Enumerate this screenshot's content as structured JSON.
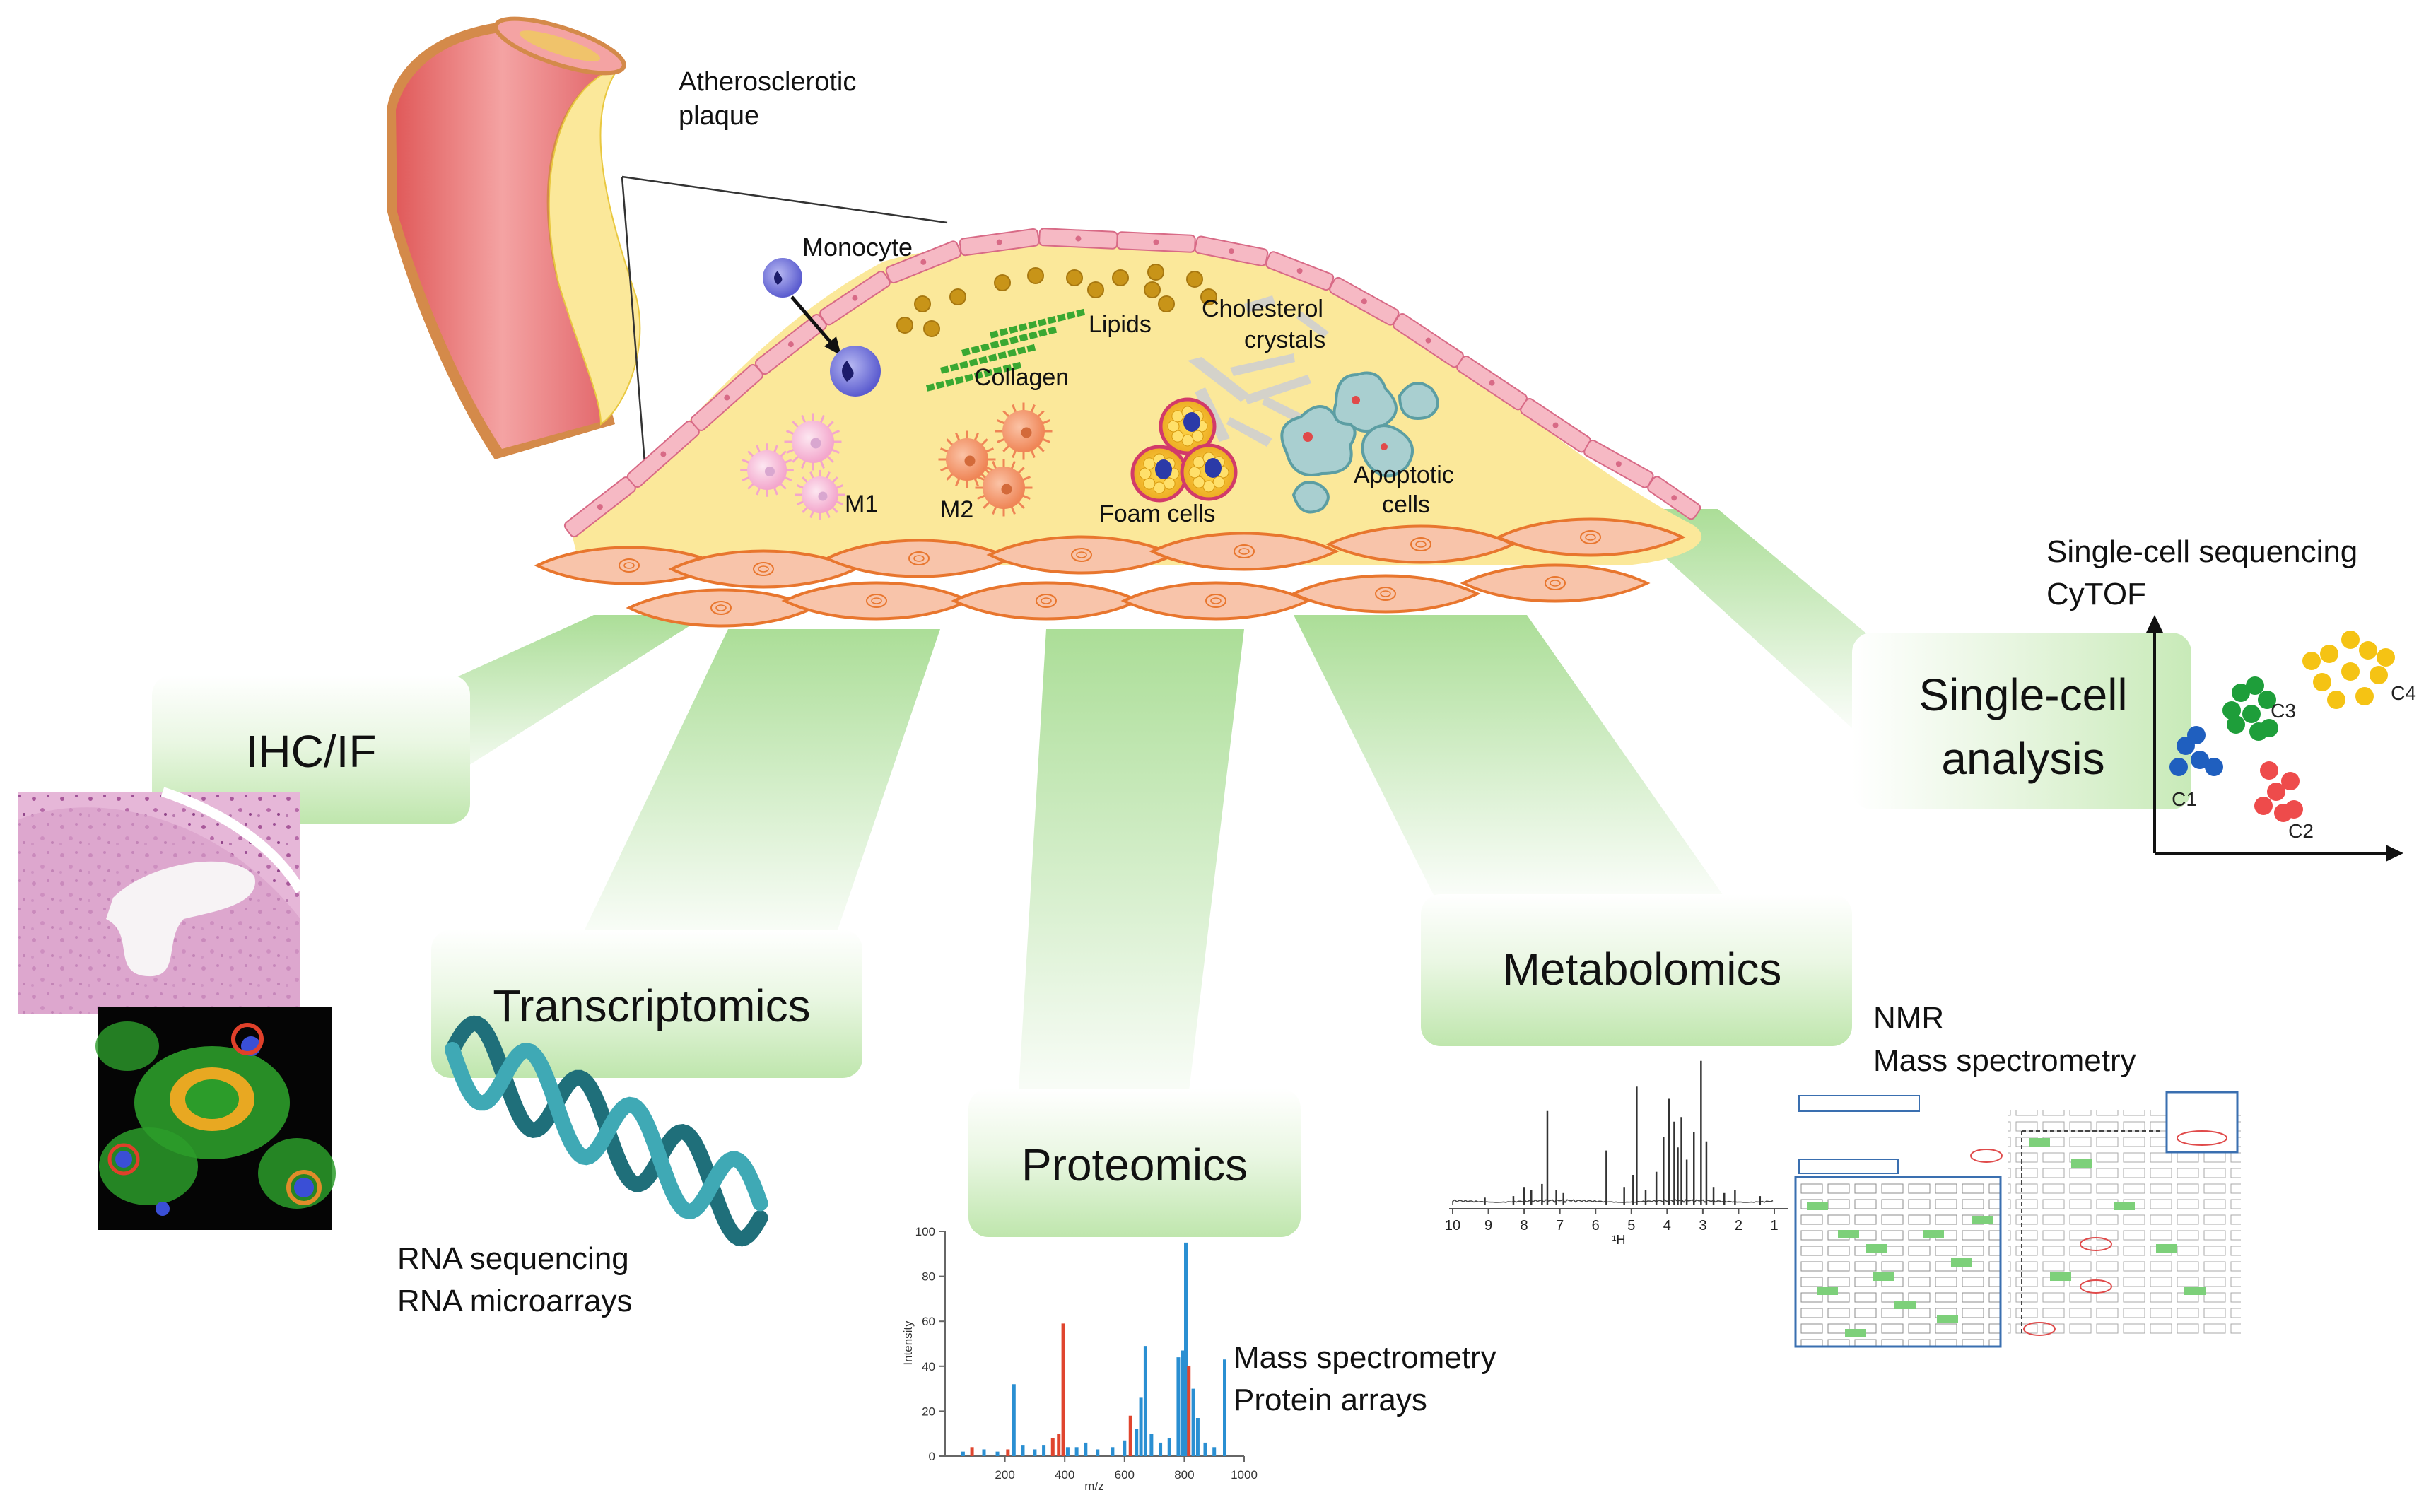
{
  "plaque": {
    "artery_label": [
      "Atherosclerotic",
      "plaque"
    ],
    "monocyte": "Monocyte",
    "lipids": "Lipids",
    "cholesterol": [
      "Cholesterol",
      "crystals"
    ],
    "collagen": "Collagen",
    "m1": "M1",
    "m2": "M2",
    "foam_cells": "Foam cells",
    "apoptotic": [
      "Apoptotic",
      "cells"
    ]
  },
  "methods": {
    "ihc": "IHC/IF",
    "transcriptomics": "Transcriptomics",
    "transcriptomics_techniques": [
      "RNA sequencing",
      "RNA microarrays"
    ],
    "proteomics": "Proteomics",
    "proteomics_techniques": [
      "Mass spectrometry",
      "Protein arrays"
    ],
    "metabolomics": "Metabolomics",
    "metabolomics_techniques": [
      "NMR",
      "Mass spectrometry"
    ],
    "single_cell": [
      "Single-cell",
      "analysis"
    ],
    "single_cell_techniques": [
      "Single-cell sequencing",
      "CyTOF"
    ]
  },
  "colors": {
    "plaque_fill": "#fbe89a",
    "endothelium": "#f6b9c4",
    "smooth_muscle": "#f8c4aa",
    "smooth_muscle_stroke": "#e8762e",
    "beam": "#a7dc92",
    "ms_blue": "#2a8fd2",
    "ms_red": "#e0452e"
  },
  "clusters": [
    {
      "label": "C1",
      "color": "#1f5fbf"
    },
    {
      "label": "C2",
      "color": "#ee4b4b"
    },
    {
      "label": "C3",
      "color": "#1e9e3a"
    },
    {
      "label": "C4",
      "color": "#f5c314"
    }
  ],
  "ms_spectrum": {
    "xlabel": "m/z",
    "ylabel": "Intensity",
    "xlim": [
      0,
      1000
    ],
    "ylim": [
      0,
      100
    ],
    "xticks": [
      "200",
      "400",
      "600",
      "800",
      "1000"
    ],
    "yticks": [
      "0",
      "20",
      "40",
      "60",
      "80",
      "100"
    ],
    "peaks": [
      {
        "mz": 60,
        "i": 2,
        "s": "b"
      },
      {
        "mz": 90,
        "i": 4,
        "s": "r"
      },
      {
        "mz": 130,
        "i": 3,
        "s": "b"
      },
      {
        "mz": 175,
        "i": 2,
        "s": "b"
      },
      {
        "mz": 210,
        "i": 3,
        "s": "r"
      },
      {
        "mz": 230,
        "i": 32,
        "s": "b"
      },
      {
        "mz": 260,
        "i": 5,
        "s": "b"
      },
      {
        "mz": 300,
        "i": 3,
        "s": "b"
      },
      {
        "mz": 330,
        "i": 5,
        "s": "b"
      },
      {
        "mz": 360,
        "i": 8,
        "s": "r"
      },
      {
        "mz": 380,
        "i": 10,
        "s": "r"
      },
      {
        "mz": 395,
        "i": 59,
        "s": "r"
      },
      {
        "mz": 410,
        "i": 4,
        "s": "b"
      },
      {
        "mz": 440,
        "i": 4,
        "s": "b"
      },
      {
        "mz": 470,
        "i": 6,
        "s": "b"
      },
      {
        "mz": 510,
        "i": 3,
        "s": "b"
      },
      {
        "mz": 560,
        "i": 4,
        "s": "b"
      },
      {
        "mz": 600,
        "i": 7,
        "s": "b"
      },
      {
        "mz": 620,
        "i": 18,
        "s": "r"
      },
      {
        "mz": 640,
        "i": 12,
        "s": "b"
      },
      {
        "mz": 655,
        "i": 26,
        "s": "b"
      },
      {
        "mz": 670,
        "i": 49,
        "s": "b"
      },
      {
        "mz": 690,
        "i": 10,
        "s": "b"
      },
      {
        "mz": 720,
        "i": 6,
        "s": "b"
      },
      {
        "mz": 750,
        "i": 8,
        "s": "b"
      },
      {
        "mz": 780,
        "i": 44,
        "s": "b"
      },
      {
        "mz": 795,
        "i": 47,
        "s": "b"
      },
      {
        "mz": 805,
        "i": 95,
        "s": "b"
      },
      {
        "mz": 815,
        "i": 40,
        "s": "r"
      },
      {
        "mz": 830,
        "i": 30,
        "s": "b"
      },
      {
        "mz": 845,
        "i": 17,
        "s": "b"
      },
      {
        "mz": 870,
        "i": 6,
        "s": "b"
      },
      {
        "mz": 900,
        "i": 4,
        "s": "b"
      },
      {
        "mz": 935,
        "i": 43,
        "s": "b"
      }
    ]
  },
  "nmr_spectrum": {
    "xlabel": "¹H",
    "ticks": [
      "10",
      "9",
      "8",
      "7",
      "6",
      "5",
      "4",
      "3",
      "2",
      "1"
    ],
    "peaks": [
      {
        "ppm": 9.1,
        "h": 0.05
      },
      {
        "ppm": 8.3,
        "h": 0.06
      },
      {
        "ppm": 8.0,
        "h": 0.12
      },
      {
        "ppm": 7.8,
        "h": 0.1
      },
      {
        "ppm": 7.5,
        "h": 0.14
      },
      {
        "ppm": 7.35,
        "h": 0.62
      },
      {
        "ppm": 7.1,
        "h": 0.1
      },
      {
        "ppm": 6.9,
        "h": 0.08
      },
      {
        "ppm": 5.7,
        "h": 0.36
      },
      {
        "ppm": 5.2,
        "h": 0.12
      },
      {
        "ppm": 4.95,
        "h": 0.2
      },
      {
        "ppm": 4.85,
        "h": 0.78
      },
      {
        "ppm": 4.6,
        "h": 0.1
      },
      {
        "ppm": 4.3,
        "h": 0.22
      },
      {
        "ppm": 4.1,
        "h": 0.45
      },
      {
        "ppm": 3.95,
        "h": 0.7
      },
      {
        "ppm": 3.8,
        "h": 0.55
      },
      {
        "ppm": 3.7,
        "h": 0.38
      },
      {
        "ppm": 3.6,
        "h": 0.58
      },
      {
        "ppm": 3.45,
        "h": 0.3
      },
      {
        "ppm": 3.25,
        "h": 0.48
      },
      {
        "ppm": 3.05,
        "h": 0.95
      },
      {
        "ppm": 2.9,
        "h": 0.42
      },
      {
        "ppm": 2.7,
        "h": 0.12
      },
      {
        "ppm": 2.4,
        "h": 0.08
      },
      {
        "ppm": 2.1,
        "h": 0.1
      },
      {
        "ppm": 1.4,
        "h": 0.06
      }
    ]
  }
}
